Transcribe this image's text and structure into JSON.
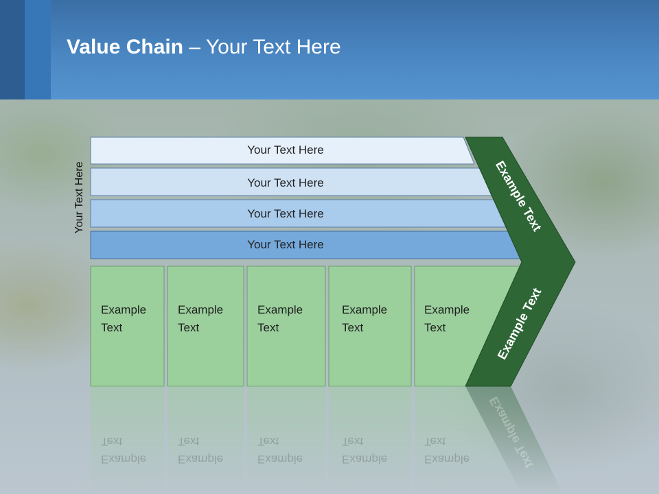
{
  "title": {
    "bold": "Value Chain",
    "rest": " – Your Text Here"
  },
  "side_label": "Your Text Here",
  "rows": [
    {
      "label": "Your Text Here",
      "color": "#e6f0fa"
    },
    {
      "label": "Your Text Here",
      "color": "#cfe2f4"
    },
    {
      "label": "Your Text Here",
      "color": "#a9cbec"
    },
    {
      "label": "Your Text Here",
      "color": "#75a9dc"
    }
  ],
  "cells": [
    {
      "line1": "Example",
      "line2": "Text"
    },
    {
      "line1": "Example",
      "line2": "Text"
    },
    {
      "line1": "Example",
      "line2": "Text"
    },
    {
      "line1": "Example",
      "line2": "Text"
    },
    {
      "line1": "Example",
      "line2": "Text"
    }
  ],
  "chevron": {
    "upper": "Example Text",
    "lower": "Example Text",
    "color": "#2e6636"
  },
  "colors": {
    "cell_fill": "#9bd09c",
    "header_blue": "#4a86c2"
  }
}
